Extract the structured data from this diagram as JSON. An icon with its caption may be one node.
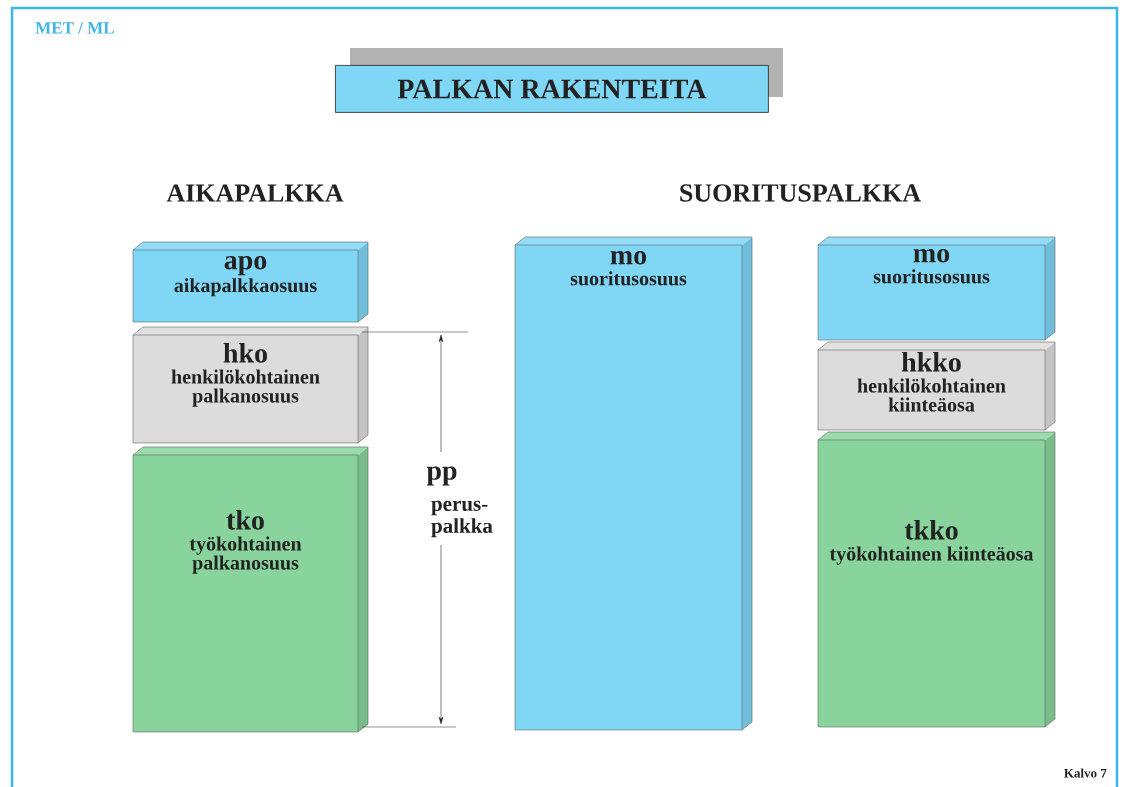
{
  "diagram": {
    "title": "PALKAN RAKENTEITA",
    "nodes": [
      {
        "text": [
          "apo",
          "aikapalkkaosuus"
        ]
      },
      {
        "text": [
          "hko",
          "henkilökohtainen palkanosuus"
        ]
      },
      {
        "text": [
          "tko",
          "työkohtainen palkanosuus"
        ]
      },
      {
        "text": [
          "mo",
          "suoritusosuus"
        ]
      },
      {
        "text": [
          "mo",
          "suoritusosuus"
        ]
      },
      {
        "text": [
          "hkko",
          "henkilökohtainen kiinteäosa"
        ]
      },
      {
        "text": [
          "tkko",
          "työkohtainen kiinteäosa"
        ]
      }
    ],
    "labels": [
      "MET / ML",
      "AIKAPALKKA",
      "SUORITUSPALKKA",
      "pp",
      "perus-palkka",
      "Kalvo 7"
    ]
  }
}
